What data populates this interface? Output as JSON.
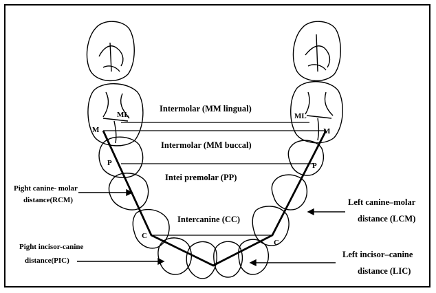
{
  "diagram": {
    "measurements": {
      "intermolar_lingual": "Intermolar (MM lingual)",
      "intermolar_buccal": "Intermolar (MM buccal)",
      "interpremolar": "Intei premolar (PP)",
      "intercanine": "Intercanine (CC)"
    },
    "right_labels": {
      "canine_molar_line1": "Pight canine-    molar",
      "canine_molar_line2": "distance(RCM)",
      "incisor_canine_line1": "Pight   incisor-canine",
      "incisor_canine_line2": "distance(PIC)"
    },
    "left_labels": {
      "canine_molar_line1": "Left canine–molar",
      "canine_molar_line2": "distance (LCM)",
      "incisor_canine_line1": "Left incisor–canine",
      "incisor_canine_line2": "distance (LIC)"
    },
    "landmarks": {
      "molar_lingual": "ML",
      "molar": "M",
      "premolar": "P",
      "canine": "C"
    }
  }
}
